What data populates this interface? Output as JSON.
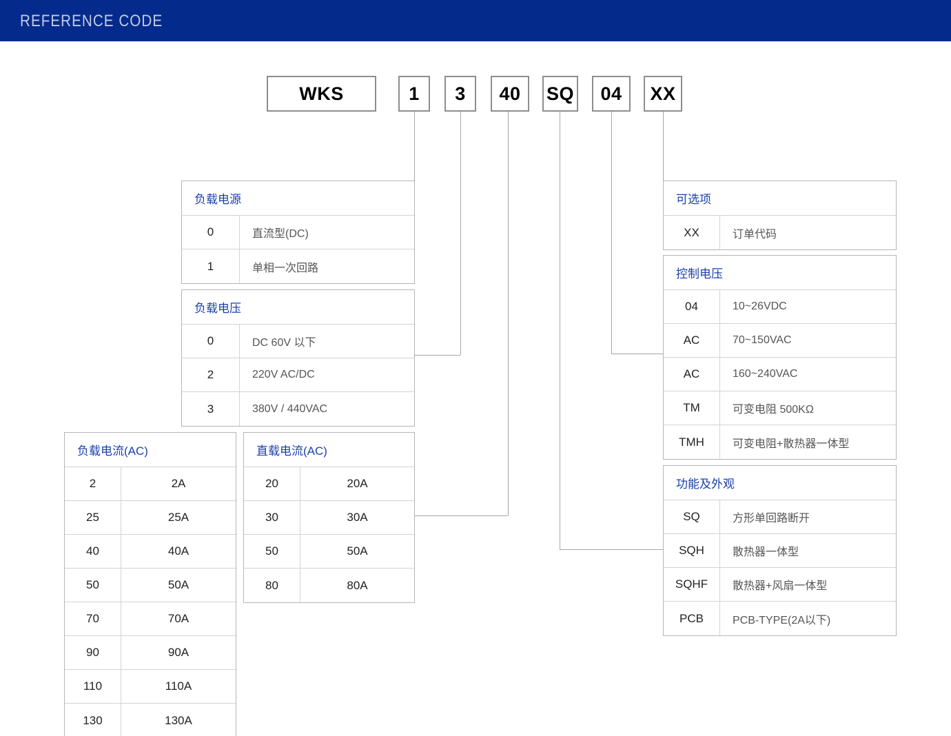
{
  "header": {
    "title": "REFERENCE CODE",
    "bar_color": "#042a8c",
    "title_color": "#c3cbe4"
  },
  "accent_color": "#1a3faa",
  "code_boxes": [
    {
      "value": "WKS"
    },
    {
      "value": "1"
    },
    {
      "value": "3"
    },
    {
      "value": "40"
    },
    {
      "value": "SQ"
    },
    {
      "value": "04"
    },
    {
      "value": "XX"
    }
  ],
  "tables": {
    "load_power": {
      "header": "负载电源",
      "rows": [
        {
          "code": "0",
          "desc": "直流型(DC)"
        },
        {
          "code": "1",
          "desc": "单相一次回路"
        }
      ]
    },
    "load_voltage": {
      "header": "负载电压",
      "rows": [
        {
          "code": "0",
          "desc": "DC 60V 以下"
        },
        {
          "code": "2",
          "desc": "220V AC/DC"
        },
        {
          "code": "3",
          "desc": "380V / 440VAC"
        }
      ]
    },
    "load_current_ac": {
      "header": "负载电流(AC)",
      "rows": [
        {
          "code": "2",
          "desc": "2A"
        },
        {
          "code": "25",
          "desc": "25A"
        },
        {
          "code": "40",
          "desc": "40A"
        },
        {
          "code": "50",
          "desc": "50A"
        },
        {
          "code": "70",
          "desc": "70A"
        },
        {
          "code": "90",
          "desc": "90A"
        },
        {
          "code": "110",
          "desc": "110A"
        },
        {
          "code": "130",
          "desc": "130A"
        }
      ]
    },
    "direct_current_ac": {
      "header": "直载电流(AC)",
      "rows": [
        {
          "code": "20",
          "desc": "20A"
        },
        {
          "code": "30",
          "desc": "30A"
        },
        {
          "code": "50",
          "desc": "50A"
        },
        {
          "code": "80",
          "desc": "80A"
        }
      ]
    },
    "options": {
      "header": "可选项",
      "rows": [
        {
          "code": "XX",
          "desc": "订单代码"
        }
      ]
    },
    "control_voltage": {
      "header": "控制电压",
      "rows": [
        {
          "code": "04",
          "desc": "10~26VDC"
        },
        {
          "code": "AC",
          "desc": "70~150VAC"
        },
        {
          "code": "AC",
          "desc": "160~240VAC"
        },
        {
          "code": "TM",
          "desc": "可变电阻 500KΩ"
        },
        {
          "code": "TMH",
          "desc": "可变电阻+散热器一体型"
        }
      ]
    },
    "function_appearance": {
      "header": "功能及外观",
      "rows": [
        {
          "code": "SQ",
          "desc": "方形单回路断开"
        },
        {
          "code": "SQH",
          "desc": "散热器一体型"
        },
        {
          "code": "SQHF",
          "desc": "散热器+风扇一体型"
        },
        {
          "code": "PCB",
          "desc": "PCB-TYPE(2A以下)"
        }
      ]
    }
  }
}
